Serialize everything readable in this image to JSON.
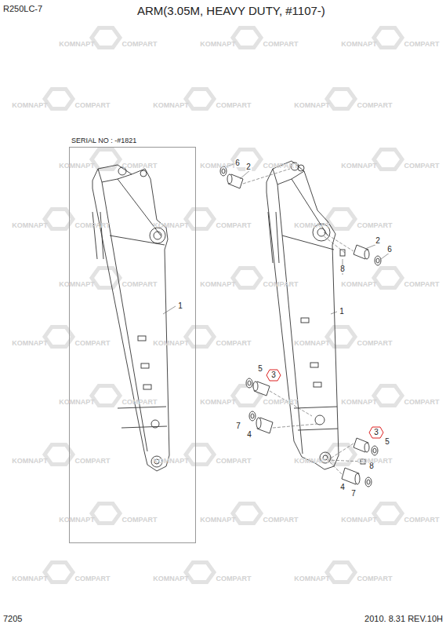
{
  "diagram": {
    "title": "ARM(3.05M, HEAVY DUTY, #1107-)",
    "nodes": [
      {
        "text": [
          "SERIAL NO : -#1821"
        ]
      }
    ],
    "labels": [
      "R250LC-7",
      "6",
      "2",
      "1",
      "2",
      "6",
      "8",
      "1",
      "5",
      "3",
      "7",
      "4",
      "3",
      "5",
      "8",
      "4",
      "7",
      "7205",
      "2010. 8.31 REV.10H",
      "KOMNAPT",
      "COMPART",
      "KOMNAPT",
      "COMPART",
      "KOMNAPT",
      "COMPART",
      "KOMNAPT",
      "COMPART",
      "KOMNAPT",
      "COMPART",
      "KOMNAPT",
      "COMPART",
      "KOMNAPT",
      "COMPART",
      "KOMNAPT",
      "COMPART",
      "KOMNAPT",
      "COMPART",
      "KOMNAPT",
      "COMPART",
      "KOMNAPT",
      "COMPART",
      "KOMNAPT",
      "COMPART",
      "KOMNAPT",
      "COMPART",
      "KOMNAPT",
      "COMPART",
      "KOMNAPT",
      "COMPART",
      "KOMNAPT",
      "COMPART",
      "KOMNAPT",
      "COMPART",
      "KOMNAPT",
      "COMPART",
      "KOMNAPT",
      "COMPART",
      "KOMNAPT",
      "COMPART",
      "KOMNAPT",
      "COMPART",
      "KOMNAPT",
      "COMPART",
      "KOMNAPT",
      "COMPART",
      "KOMNAPT",
      "COMPART",
      "KOMNAPT",
      "COMPART",
      "KOMNAPT",
      "COMPART",
      "KOMNAPT",
      "COMPART",
      "KOMNAPT",
      "COMPART",
      "KOMNAPT",
      "COMPART",
      "KOMNAPT",
      "COMPART"
    ]
  }
}
